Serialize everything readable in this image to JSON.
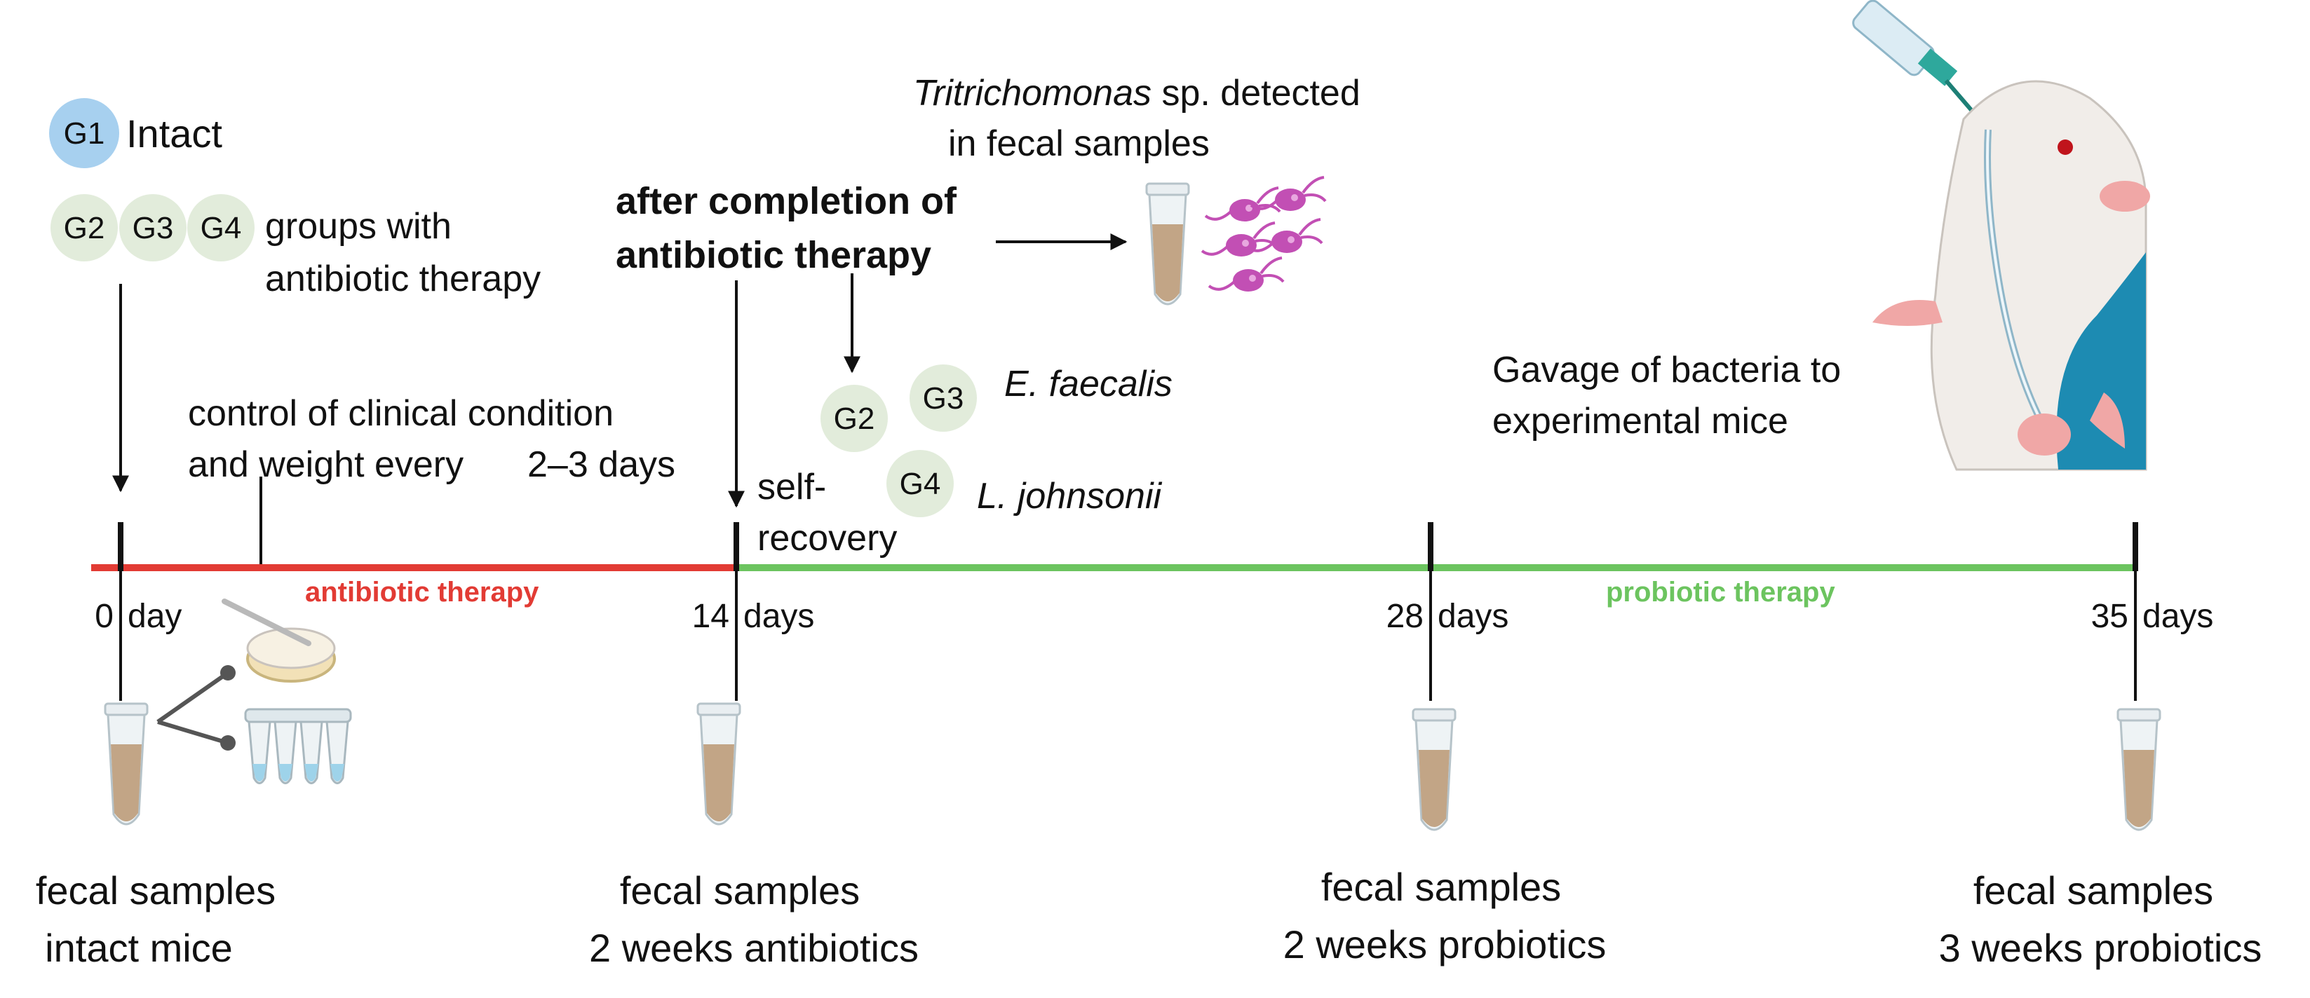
{
  "groups": {
    "g1": "G1",
    "g1_label": "Intact",
    "g2": "G2",
    "g3": "G3",
    "g4": "G4",
    "ab_label_line1": "groups with",
    "ab_label_line2": "antibiotic therapy"
  },
  "notes": {
    "control_line1": "control of clinical condition",
    "control_line2": "and weight every",
    "control_days": "2–3 days",
    "after_line1": "after completion of",
    "after_line2": "antibiotic therapy",
    "tritri_italic": "Tritrichomonas",
    "tritri_rest": " sp. detected",
    "tritri_line2": "in fecal samples",
    "self_line1": "self-",
    "self_line2": "recovery",
    "efaecalis": "E. faecalis",
    "ljohnsonii": "L. johnsonii",
    "gavage_line1": "Gavage of bacteria to",
    "gavage_line2": "experimental mice"
  },
  "timeline": {
    "phase1": "antibiotic therapy",
    "phase2": "probiotic therapy",
    "points": [
      {
        "num": "0",
        "unit": "day"
      },
      {
        "num": "14",
        "unit": "days"
      },
      {
        "num": "28",
        "unit": "days"
      },
      {
        "num": "35",
        "unit": "days"
      }
    ]
  },
  "samples": [
    {
      "line1": "fecal samples",
      "line2": "intact mice"
    },
    {
      "line1": "fecal samples",
      "line2": "2 weeks antibiotics"
    },
    {
      "line1": "fecal samples",
      "line2": "2 weeks  probiotics"
    },
    {
      "line1": "fecal samples",
      "line2": "3 weeks probiotics"
    }
  ],
  "colors": {
    "antibiotic": "#e23b34",
    "probiotic": "#6cc45f",
    "g1_fill": "#a7d0ef",
    "group_fill": "#e2ecdb",
    "tube_sample": "#c2a586",
    "parasite": "#c24fb4",
    "mouse_body": "#f1ede9",
    "mouse_pink": "#f0a7a6",
    "mouse_blue": "#1d8bb2"
  }
}
